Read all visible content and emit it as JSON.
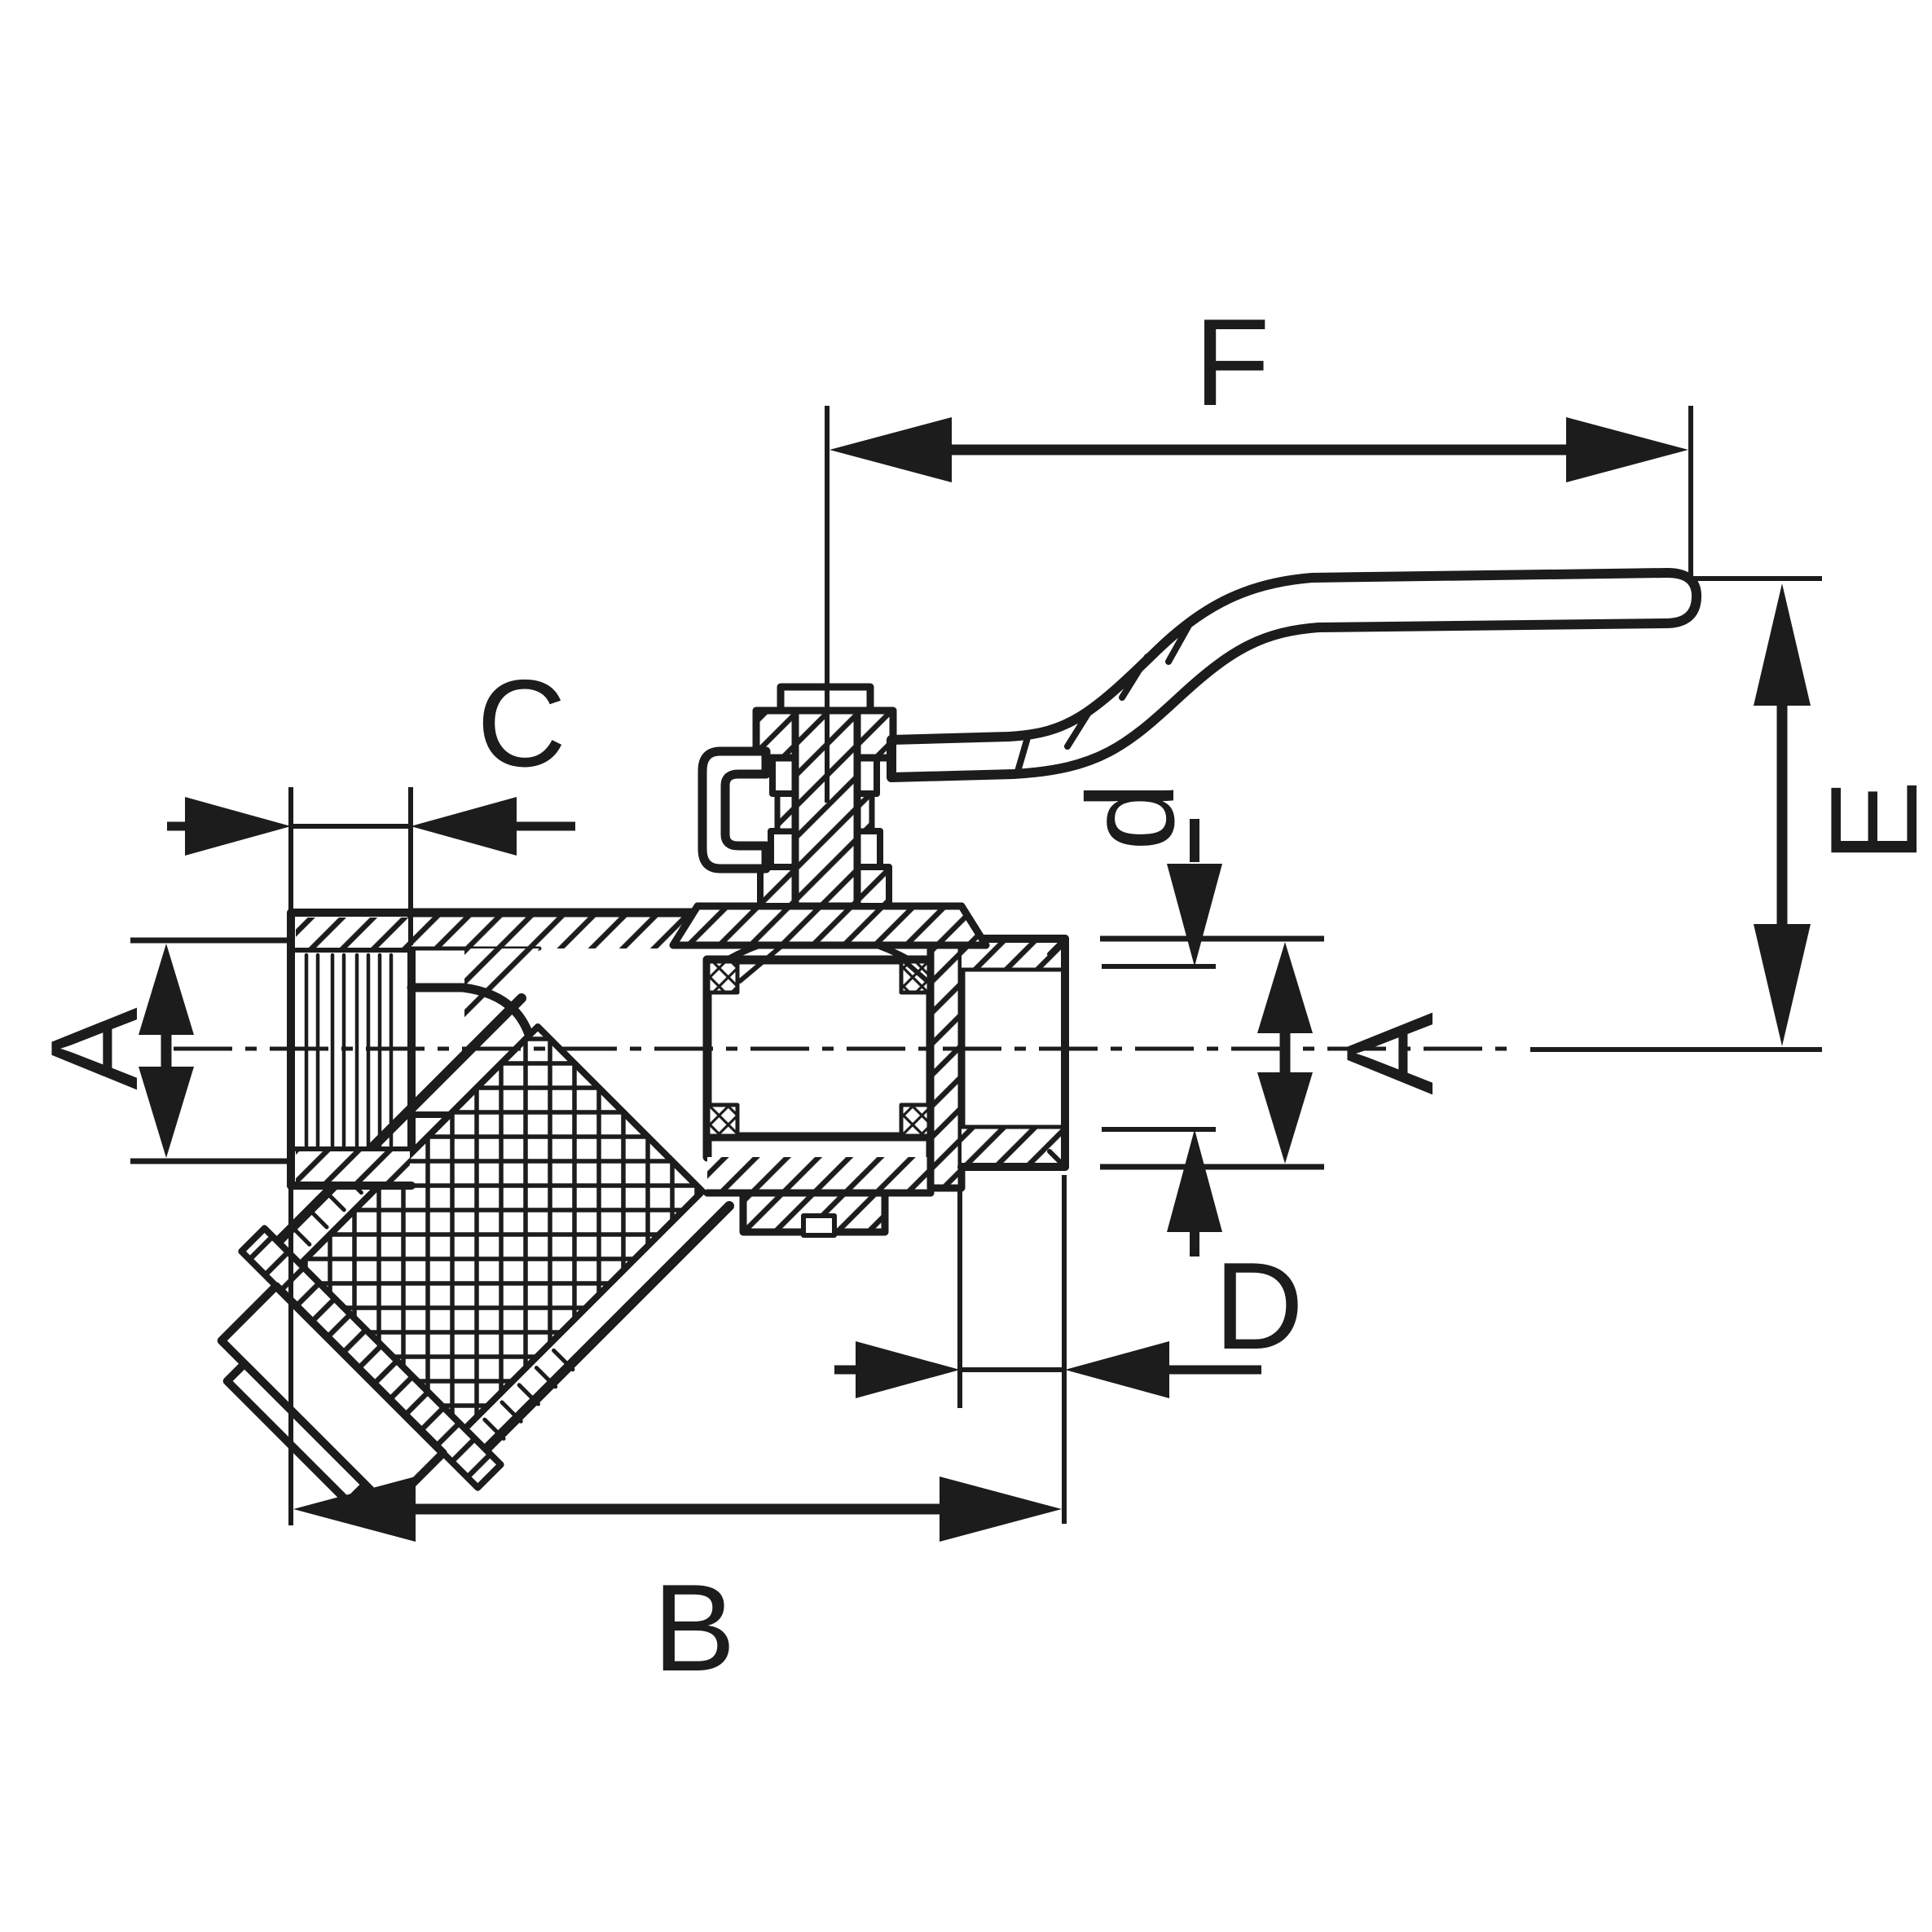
{
  "meta": {
    "background": "#ffffff",
    "ink": "#1c1c1c",
    "drawing_kind": "ball valve with Y-strainer, cross-section dimension drawing"
  },
  "dims": {
    "a_left": "A",
    "a_right": "A",
    "b": "B",
    "c": "C",
    "d_small": "d",
    "d_big": "D",
    "e": "E",
    "f": "F"
  }
}
